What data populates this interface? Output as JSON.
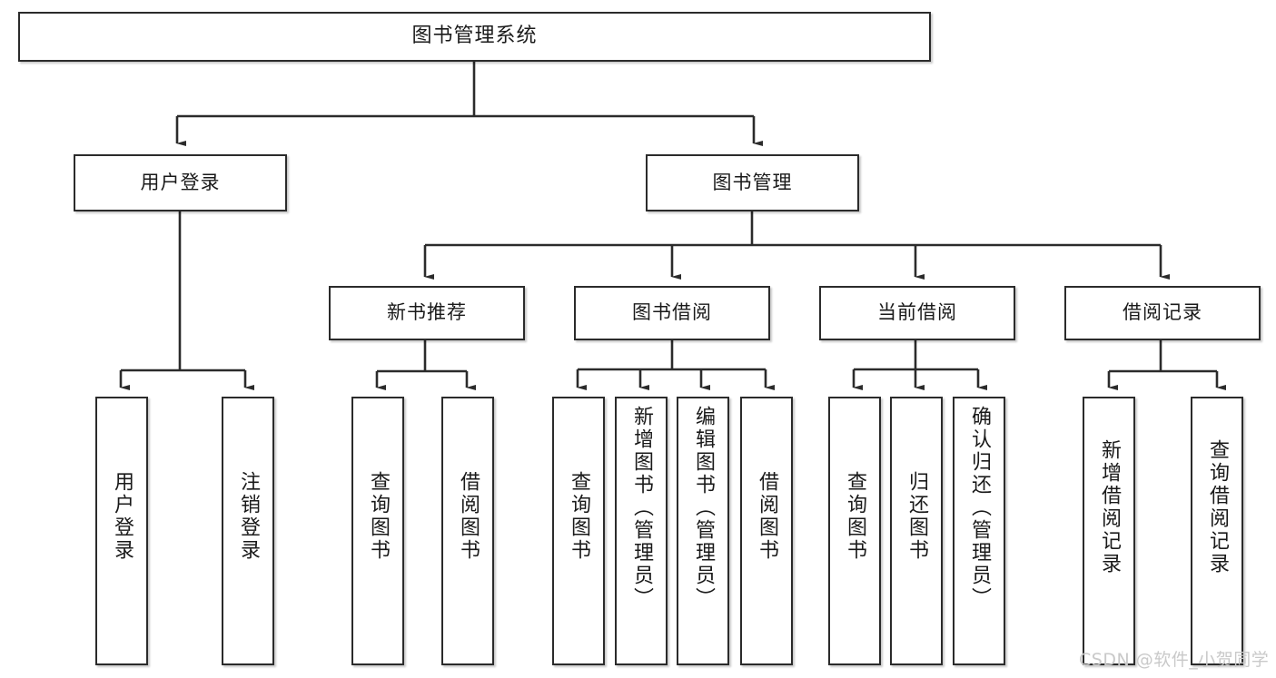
{
  "diagram": {
    "type": "tree",
    "title": "图书管理系统",
    "root": {
      "label": "图书管理系统"
    },
    "level2": [
      {
        "label": "用户登录"
      },
      {
        "label": "图书管理"
      }
    ],
    "level3": [
      {
        "label": "新书推荐"
      },
      {
        "label": "图书借阅"
      },
      {
        "label": "当前借阅"
      },
      {
        "label": "借阅记录"
      }
    ],
    "leaves": {
      "user_login": [
        {
          "label": "用户登录"
        },
        {
          "label": "注销登录"
        }
      ],
      "new_book_recommend": [
        {
          "label": "查询图书"
        },
        {
          "label": "借阅图书"
        }
      ],
      "book_borrow": [
        {
          "label": "查询图书"
        },
        {
          "label": "新增图书（管理员）"
        },
        {
          "label": "编辑图书（管理员）"
        },
        {
          "label": "借阅图书"
        }
      ],
      "current_borrow": [
        {
          "label": "查询图书"
        },
        {
          "label": "归还图书"
        },
        {
          "label": "确认归还（管理员）"
        }
      ],
      "borrow_record": [
        {
          "label": "新增借阅记录"
        },
        {
          "label": "查询借阅记录"
        }
      ]
    }
  },
  "watermark": {
    "text": "CSDN @软件_小贺同学"
  },
  "colors": {
    "box_border": "#2b2b2b",
    "box_fill": "#ffffff",
    "text": "#1a1a1a",
    "connector": "#2b2b2b",
    "watermark": "#c9c9c9"
  }
}
